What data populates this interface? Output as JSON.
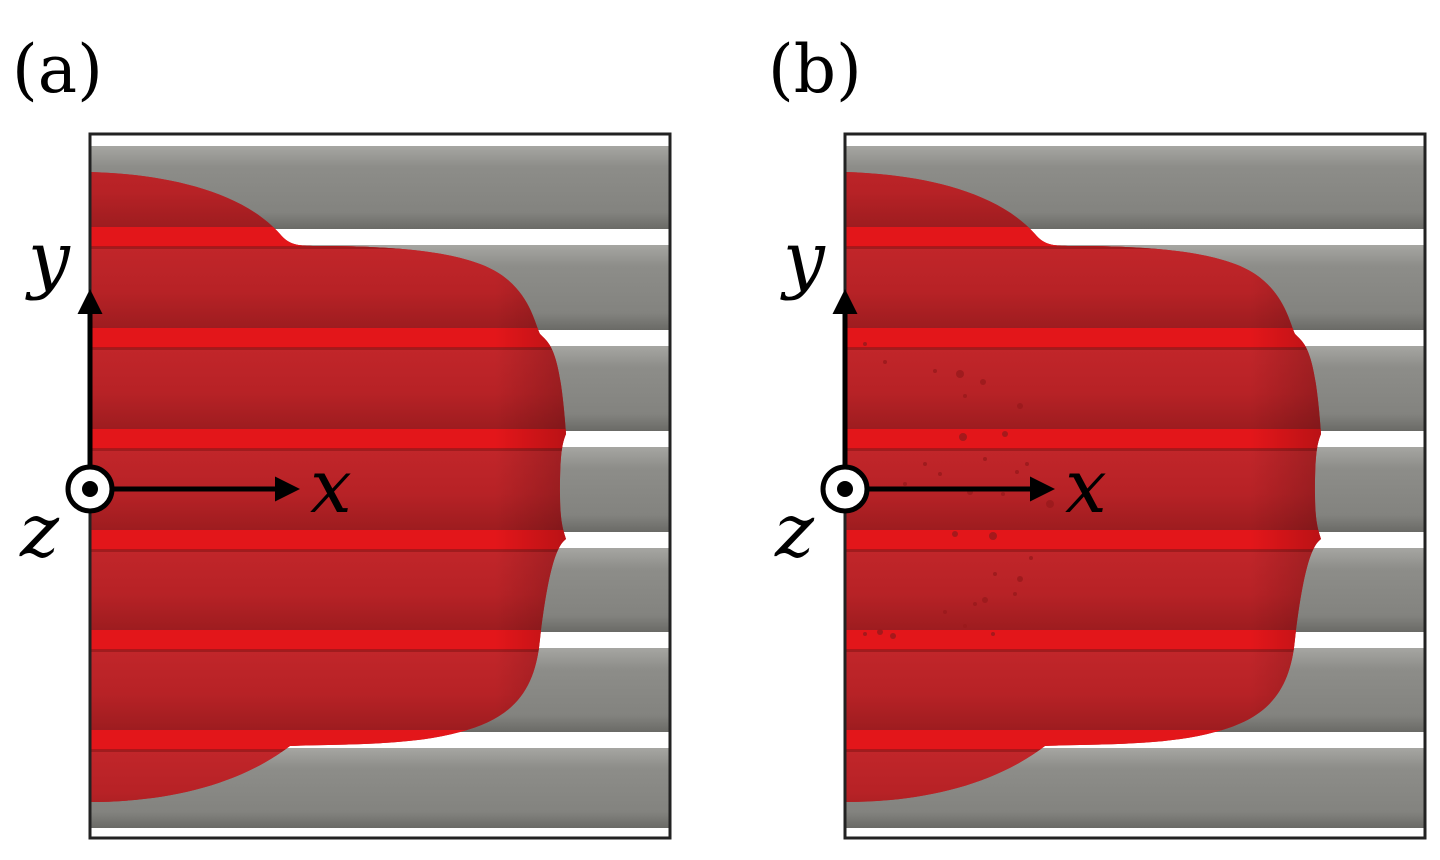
{
  "figure": {
    "panels": [
      {
        "id": "a",
        "label": "(a)",
        "has_droplets": false
      },
      {
        "id": "b",
        "label": "(b)",
        "has_droplets": true
      }
    ],
    "axes": {
      "x": "x",
      "y": "y",
      "z": "z"
    },
    "colors": {
      "background": "#ffffff",
      "plate_gray": "#8a8a86",
      "plate_gray_light": "#a4a4a0",
      "plate_gray_dark": "#6e6e6a",
      "fluid_red": "#c8262a",
      "fluid_red_bright": "#e3161a",
      "fluid_red_dark": "#8e1a1c",
      "slot_white": "#ffffff",
      "frame": "#222222"
    }
  }
}
